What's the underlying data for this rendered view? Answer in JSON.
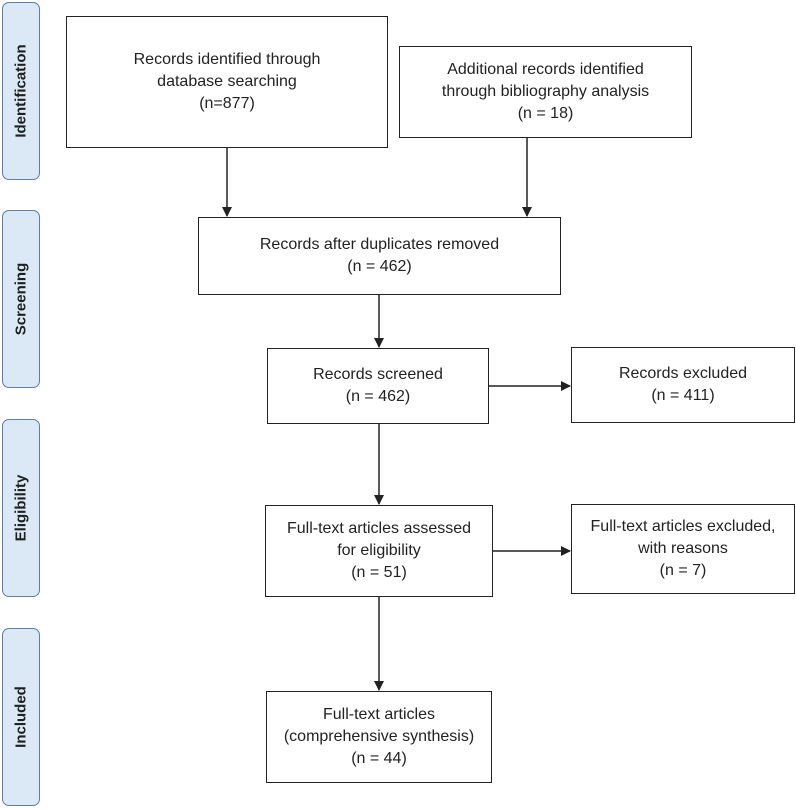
{
  "stages": [
    {
      "id": "identification",
      "label": "Identification"
    },
    {
      "id": "screening",
      "label": "Screening"
    },
    {
      "id": "eligibility",
      "label": "Eligibility"
    },
    {
      "id": "included",
      "label": "Included"
    }
  ],
  "boxes": {
    "database_search": "Records identified through\ndatabase searching\n(n=877)",
    "bibliography": "Additional records identified\nthrough bibliography analysis\n(n = 18)",
    "duplicates_removed": "Records after duplicates removed\n(n = 462)",
    "screened": "Records screened\n(n = 462)",
    "excluded": "Records excluded\n(n = 411)",
    "fulltext_assessed": "Full-text articles assessed\nfor eligibility\n(n = 51)",
    "fulltext_excluded": "Full-text articles excluded,\nwith reasons\n(n = 7)",
    "included": "Full-text articles\n(comprehensive synthesis)\n(n = 44)"
  },
  "colors": {
    "stage_fill": "#dbe9f6",
    "stage_border": "#5b7faa",
    "box_border": "#222222",
    "arrow": "#222222"
  }
}
